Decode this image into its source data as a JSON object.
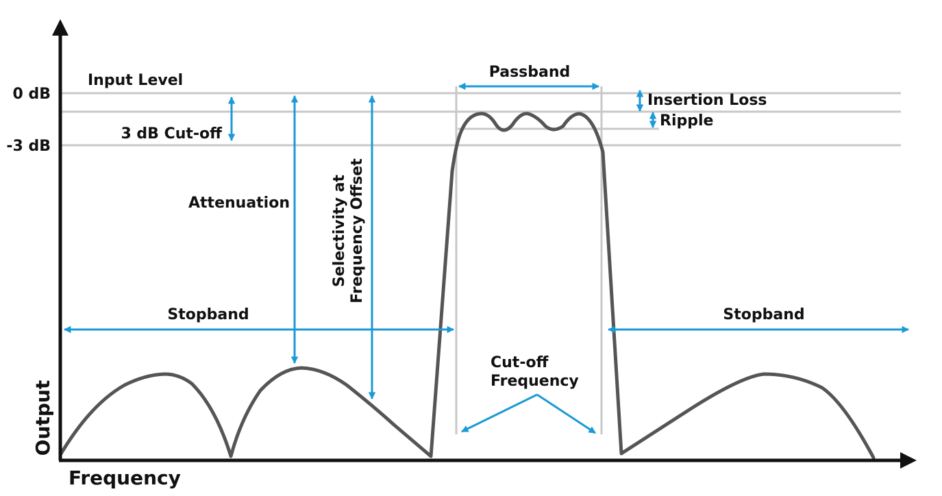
{
  "colors": {
    "axis": "#111111",
    "curve": "#555555",
    "guide": "#c8c8c8",
    "accent": "#1a9ad6"
  },
  "axes": {
    "x_label": "Frequency",
    "y_label": "Output",
    "y_tick_0": "0 dB",
    "y_tick_3": "-3 dB"
  },
  "labels": {
    "input_level": "Input Level",
    "cutoff_3db": "3 dB Cut-off",
    "attenuation": "Attenuation",
    "selectivity_line1": "Selectivity at",
    "selectivity_line2": "Frequency Offset",
    "passband": "Passband",
    "insertion_loss": "Insertion Loss",
    "ripple": "Ripple",
    "stopband_left": "Stopband",
    "stopband_right": "Stopband",
    "cutoff_freq_line1": "Cut-off",
    "cutoff_freq_line2": "Frequency"
  }
}
